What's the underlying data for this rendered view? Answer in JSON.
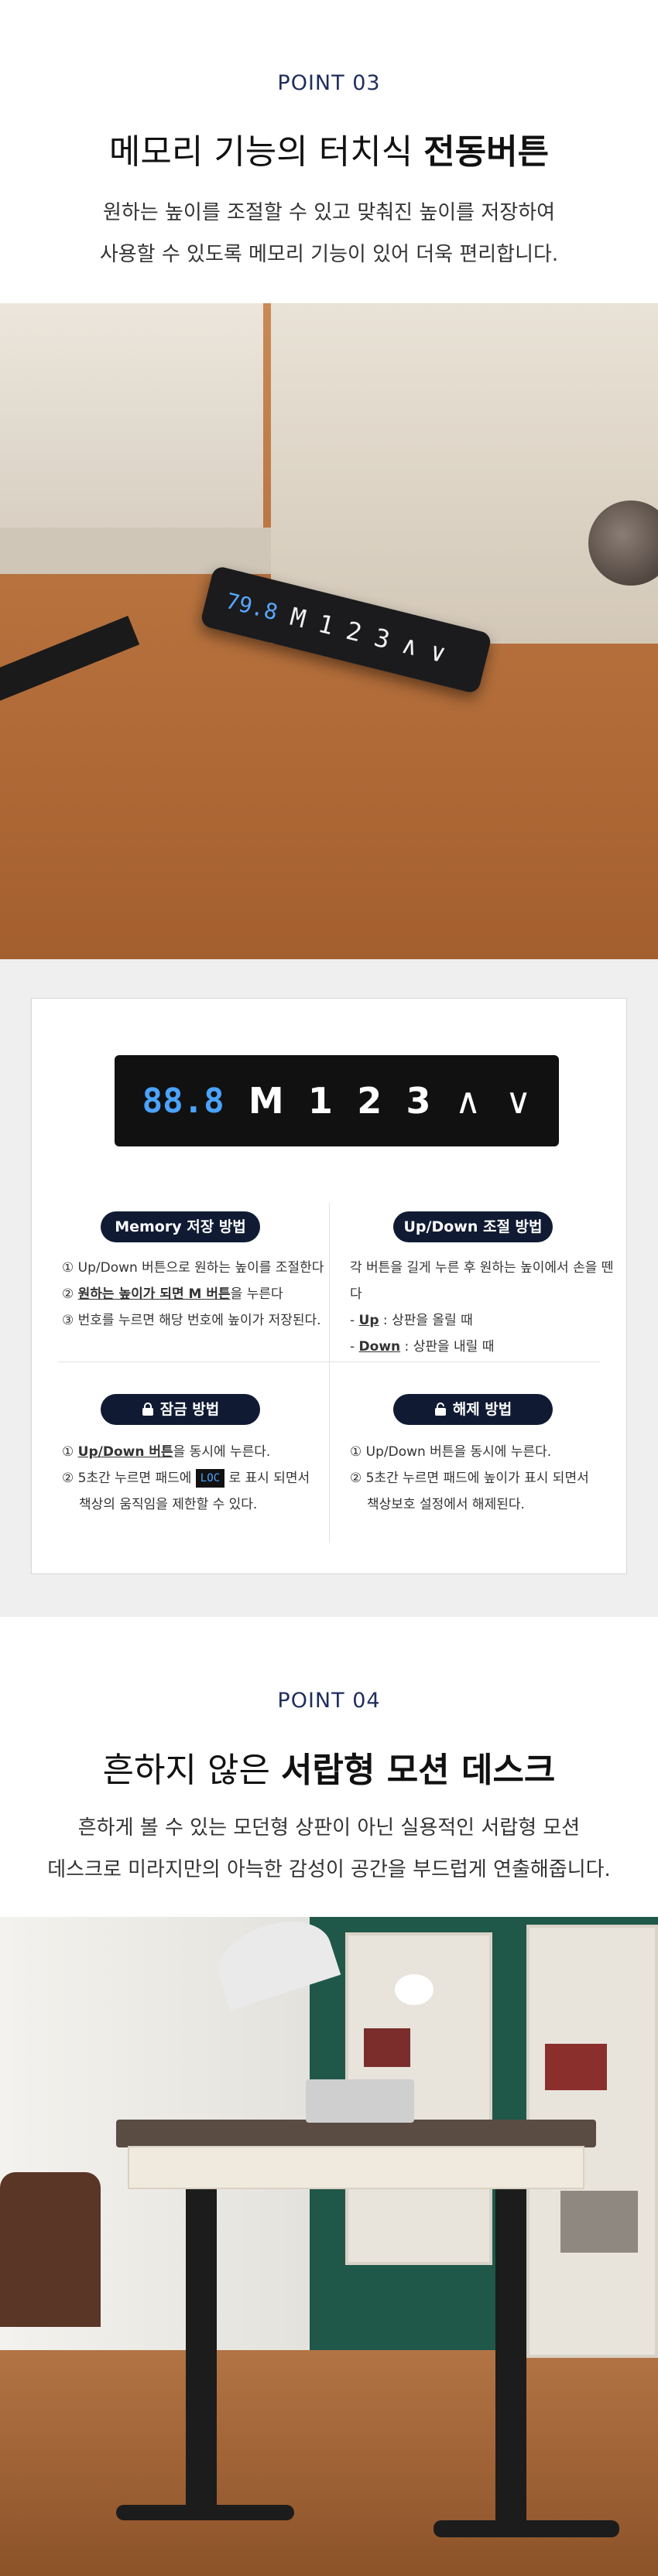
{
  "section1": {
    "point_label": "POINT 03",
    "headline_normal": "메모리 기능의 터치식 ",
    "headline_bold": "전동버튼",
    "body_line1": "원하는 높이를 조절할 수 있고 맞춰진 높이를 저장하여",
    "body_line2": "사용할 수 있도록 메모리 기능이 있어 더욱 편리합니다."
  },
  "photo1": {
    "panel": {
      "display": "79.8",
      "keys": [
        "M",
        "1",
        "2",
        "3",
        "∧",
        "∨"
      ]
    }
  },
  "instructions": {
    "control_panel": {
      "display": "88.8",
      "keys": [
        "M",
        "1",
        "2",
        "3",
        "∧",
        "∨"
      ]
    },
    "memory": {
      "title": "Memory 저장 방법",
      "step1": "① Up/Down 버튼으로 원하는 높이를 조절한다",
      "step2_num": "② ",
      "step2_u1": "원하는 높이가 되면 M 버튼",
      "step2_rest": "을 누른다",
      "step3": "③ 번호를 누르면 해당 번호에 높이가 저장된다."
    },
    "updown": {
      "title": "Up/Down 조절 방법",
      "line1": "각 버튼을 길게 누른 후 원하는 높이에서 손을 뗀다",
      "up_prefix": "- ",
      "up_label": "Up",
      "up_text": " : 상판을 올릴 때",
      "down_prefix": "- ",
      "down_label": "Down",
      "down_text": " : 상판을 내릴 때"
    },
    "lock": {
      "title": "잠금 방법",
      "step1_num": "① ",
      "step1_u": "Up/Down 버튼",
      "step1_rest": "을 동시에 누른다.",
      "step2_pre": "② 5초간 누르면 패드에 ",
      "lcd_text": "LOC",
      "step2_post": " 로 표시 되면서",
      "step2_line2": "책상의 움직임을 제한할 수 있다."
    },
    "unlock": {
      "title": "해제 방법",
      "step1": "① Up/Down 버튼을 동시에 누른다.",
      "step2": "② 5초간 누르면 패드에 높이가 표시 되면서",
      "step2_line2": "책상보호 설정에서 해제된다."
    }
  },
  "section2": {
    "point_label": "POINT 04",
    "headline_normal": "흔하지 않은 ",
    "headline_bold": "서랍형 모션 데스크",
    "body_line1": "흔하게 볼 수 있는 모던형 상판이 아닌 실용적인 서랍형 모션",
    "body_line2": "데스크로 미라지만의 아늑한 감성이 공간을 부드럽게 연출해줍니다."
  },
  "icons": {
    "lock": "lock-icon",
    "unlock": "unlock-icon"
  },
  "colors": {
    "accent_navy": "#1f2d5c",
    "pill_bg": "#101b33",
    "lcd_blue": "#4aa3ff"
  }
}
